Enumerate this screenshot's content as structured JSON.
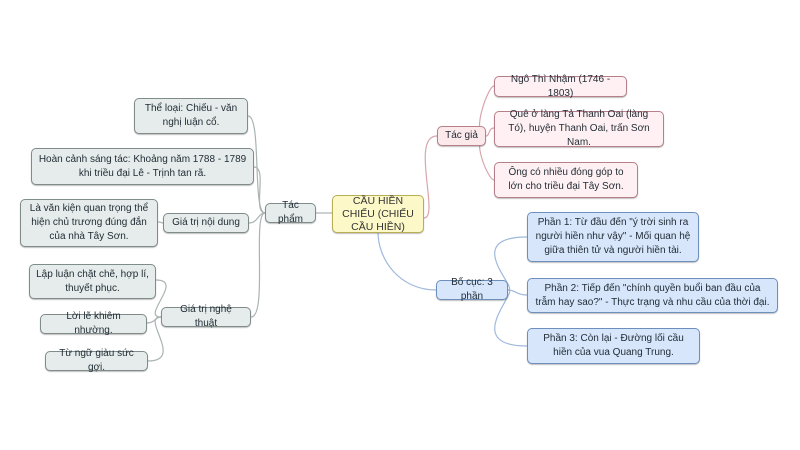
{
  "mindmap": {
    "root": "CẦU HIỀN CHIẾU (CHIẾU CẦU HIỀN)",
    "left": {
      "tac_pham": {
        "label": "Tác phẩm",
        "the_loai": "Thể loại: Chiếu - văn nghị luận cổ.",
        "hoan_canh": "Hoàn cảnh sáng tác: Khoảng năm 1788 - 1789 khi triều đại Lê - Trịnh tan rã.",
        "noi_dung": {
          "label": "Giá trị nội dung",
          "item": "Là văn kiện quan trọng thể hiện chủ trương đúng đắn của nhà Tây Sơn."
        },
        "nghe_thuat": {
          "label": "Giá trị nghệ thuật",
          "items": [
            "Lập luận chặt chẽ, hợp lí, thuyết phục.",
            "Lời lẽ khiêm nhường.",
            "Từ ngữ giàu sức gợi."
          ]
        }
      }
    },
    "right": {
      "tac_gia": {
        "label": "Tác giả",
        "items": [
          "Ngô Thì Nhậm (1746 - 1803)",
          "Quê ở làng Tả Thanh Oai (làng Tó), huyện Thanh Oai, trấn Sơn Nam.",
          "Ông có nhiều đóng góp to lớn cho triều đại Tây Sơn."
        ]
      },
      "bo_cuc": {
        "label": "Bố cục: 3 phần",
        "items": [
          "Phần 1: Từ đầu đến \"ý trời sinh ra người hiền như vậy\" - Mối quan hệ giữa thiên tử và người hiền tài.",
          "Phần 2: Tiếp đến \"chính quyền buổi ban đầu của trẫm hay sao?\" - Thực trạng và nhu cầu của thời đại.",
          "Phần 3: Còn lại - Đường lối cầu hiền của vua Quang Trung."
        ]
      }
    },
    "colors": {
      "root_fill": "#fdf8c8",
      "gray_fill": "#e6eceb",
      "pink_fill": "#fbe9ec",
      "blue_fill": "#d7e6fb",
      "gray_line": "#a9b3b1",
      "pink_line": "#d9a5ad",
      "blue_line": "#9fb9dc"
    }
  }
}
